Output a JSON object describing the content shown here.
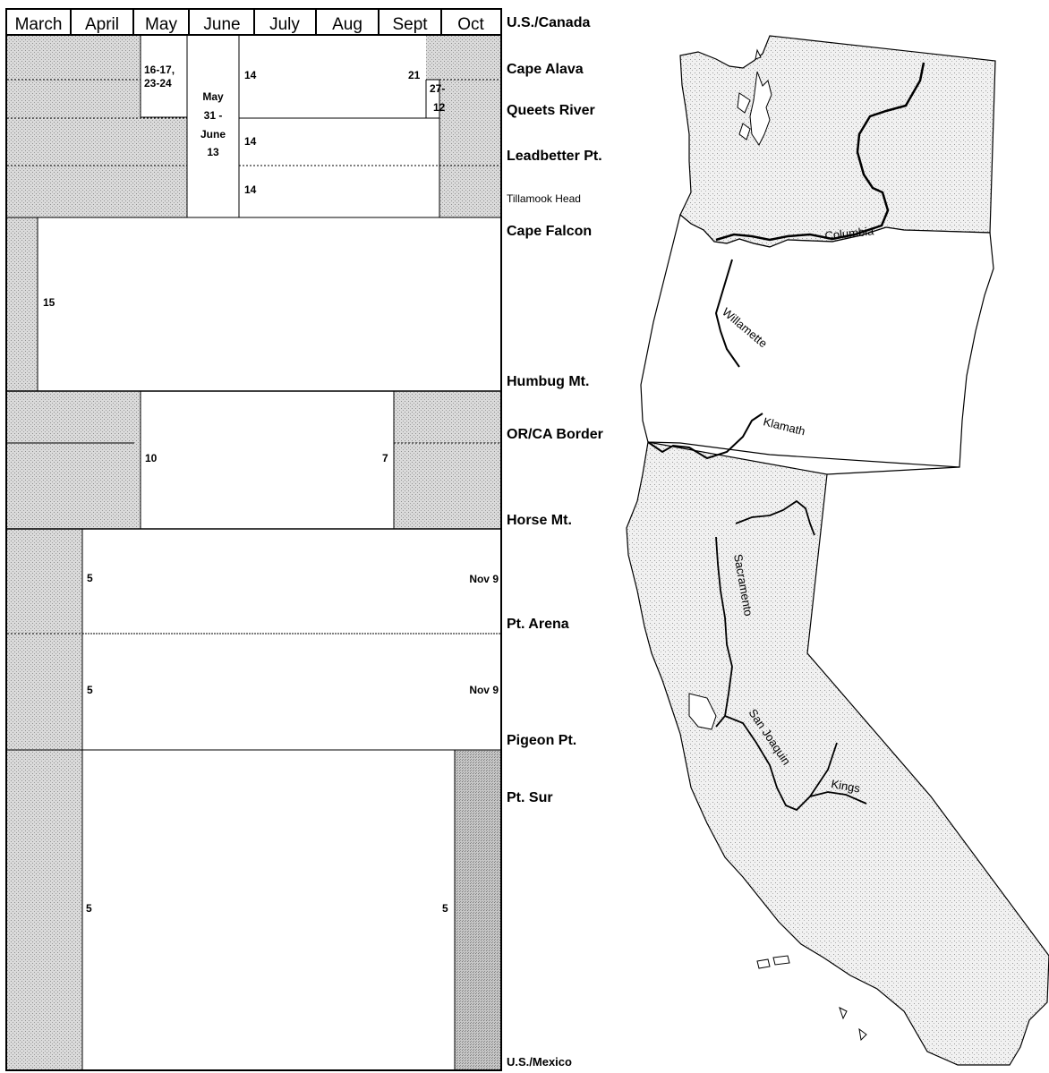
{
  "chart": {
    "months": [
      "March",
      "April",
      "May",
      "June",
      "July",
      "Aug",
      "Sept",
      "Oct"
    ]
  },
  "locations": {
    "us_canada": "U.S./Canada",
    "cape_alava": "Cape Alava",
    "queets_river": "Queets River",
    "leadbetter": "Leadbetter Pt.",
    "tillamook": "Tillamook Head",
    "cape_falcon": "Cape Falcon",
    "humbug": "Humbug Mt.",
    "or_ca": "OR/CA Border",
    "horse": "Horse Mt.",
    "pt_arena": "Pt. Arena",
    "pigeon": "Pigeon Pt.",
    "pt_sur": "Pt. Sur",
    "us_mexico": "U.S./Mexico"
  },
  "season_labels": {
    "may_dates_a": "16-17,",
    "may_dates_b": "23-24",
    "may_june_a": "May",
    "may_june_b": "31 -",
    "may_june_c": "June",
    "may_june_d": "13",
    "n14_a": "14",
    "n21": "21",
    "sept_oct_a": "27-",
    "sept_oct_b": "12",
    "n14_b": "14",
    "n14_c": "14",
    "n15": "15",
    "n10": "10",
    "n7": "7",
    "n5_a": "5",
    "nov9_a": "Nov 9",
    "n5_b": "5",
    "nov9_b": "Nov 9",
    "n5_c": "5",
    "n5_d": "5"
  },
  "rivers": {
    "columbia": "Columbia",
    "willamette": "Willamette",
    "klamath": "Klamath",
    "sacramento": "Sacramento",
    "san_joaquin": "San Joaquin",
    "kings": "Kings"
  },
  "colors": {
    "closed_fill": "#d2d2d2",
    "closed_dark": "#bdbdbd",
    "line": "#000000"
  }
}
